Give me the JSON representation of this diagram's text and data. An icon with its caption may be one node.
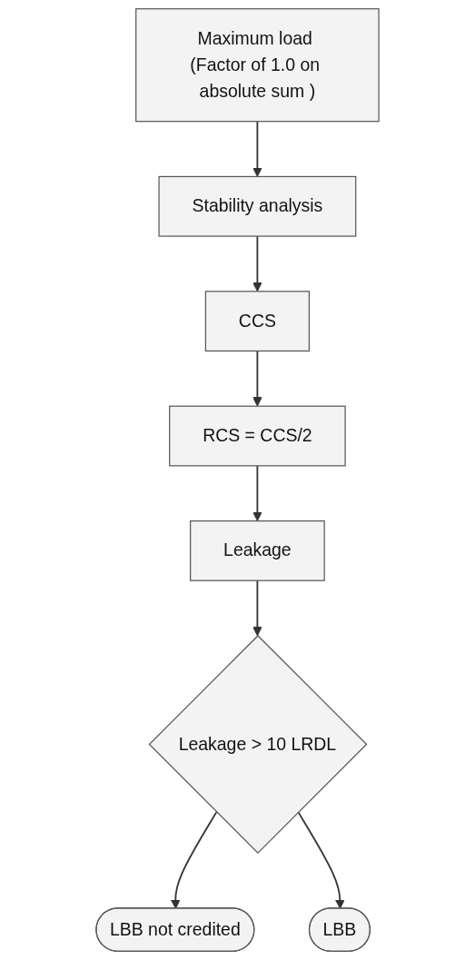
{
  "diagram": {
    "nodes": [
      {
        "text": [
          "Maximum load (Factor of 1.0 on absolute sum )"
        ]
      },
      {
        "text": [
          "Stability analysis"
        ]
      },
      {
        "text": [
          "CCS"
        ]
      },
      {
        "text": [
          "RCS = CCS/2"
        ]
      },
      {
        "text": [
          "Leakage"
        ]
      },
      {
        "text": [
          "Leakage > 10 LRDL"
        ]
      },
      {
        "text": [
          "LBB not credited"
        ]
      },
      {
        "text": [
          "LBB"
        ]
      }
    ],
    "edges": [
      {
        "from": 0,
        "to": 1,
        "arrow": "to"
      },
      {
        "from": 1,
        "to": 2,
        "arrow": "to"
      },
      {
        "from": 2,
        "to": 3,
        "arrow": "to"
      },
      {
        "from": 3,
        "to": 4,
        "arrow": "to"
      },
      {
        "from": 4,
        "to": 5,
        "arrow": "to"
      },
      {
        "from": 5,
        "to": 6,
        "arrow": "to"
      },
      {
        "from": 5,
        "to": 7,
        "arrow": "to"
      }
    ]
  }
}
